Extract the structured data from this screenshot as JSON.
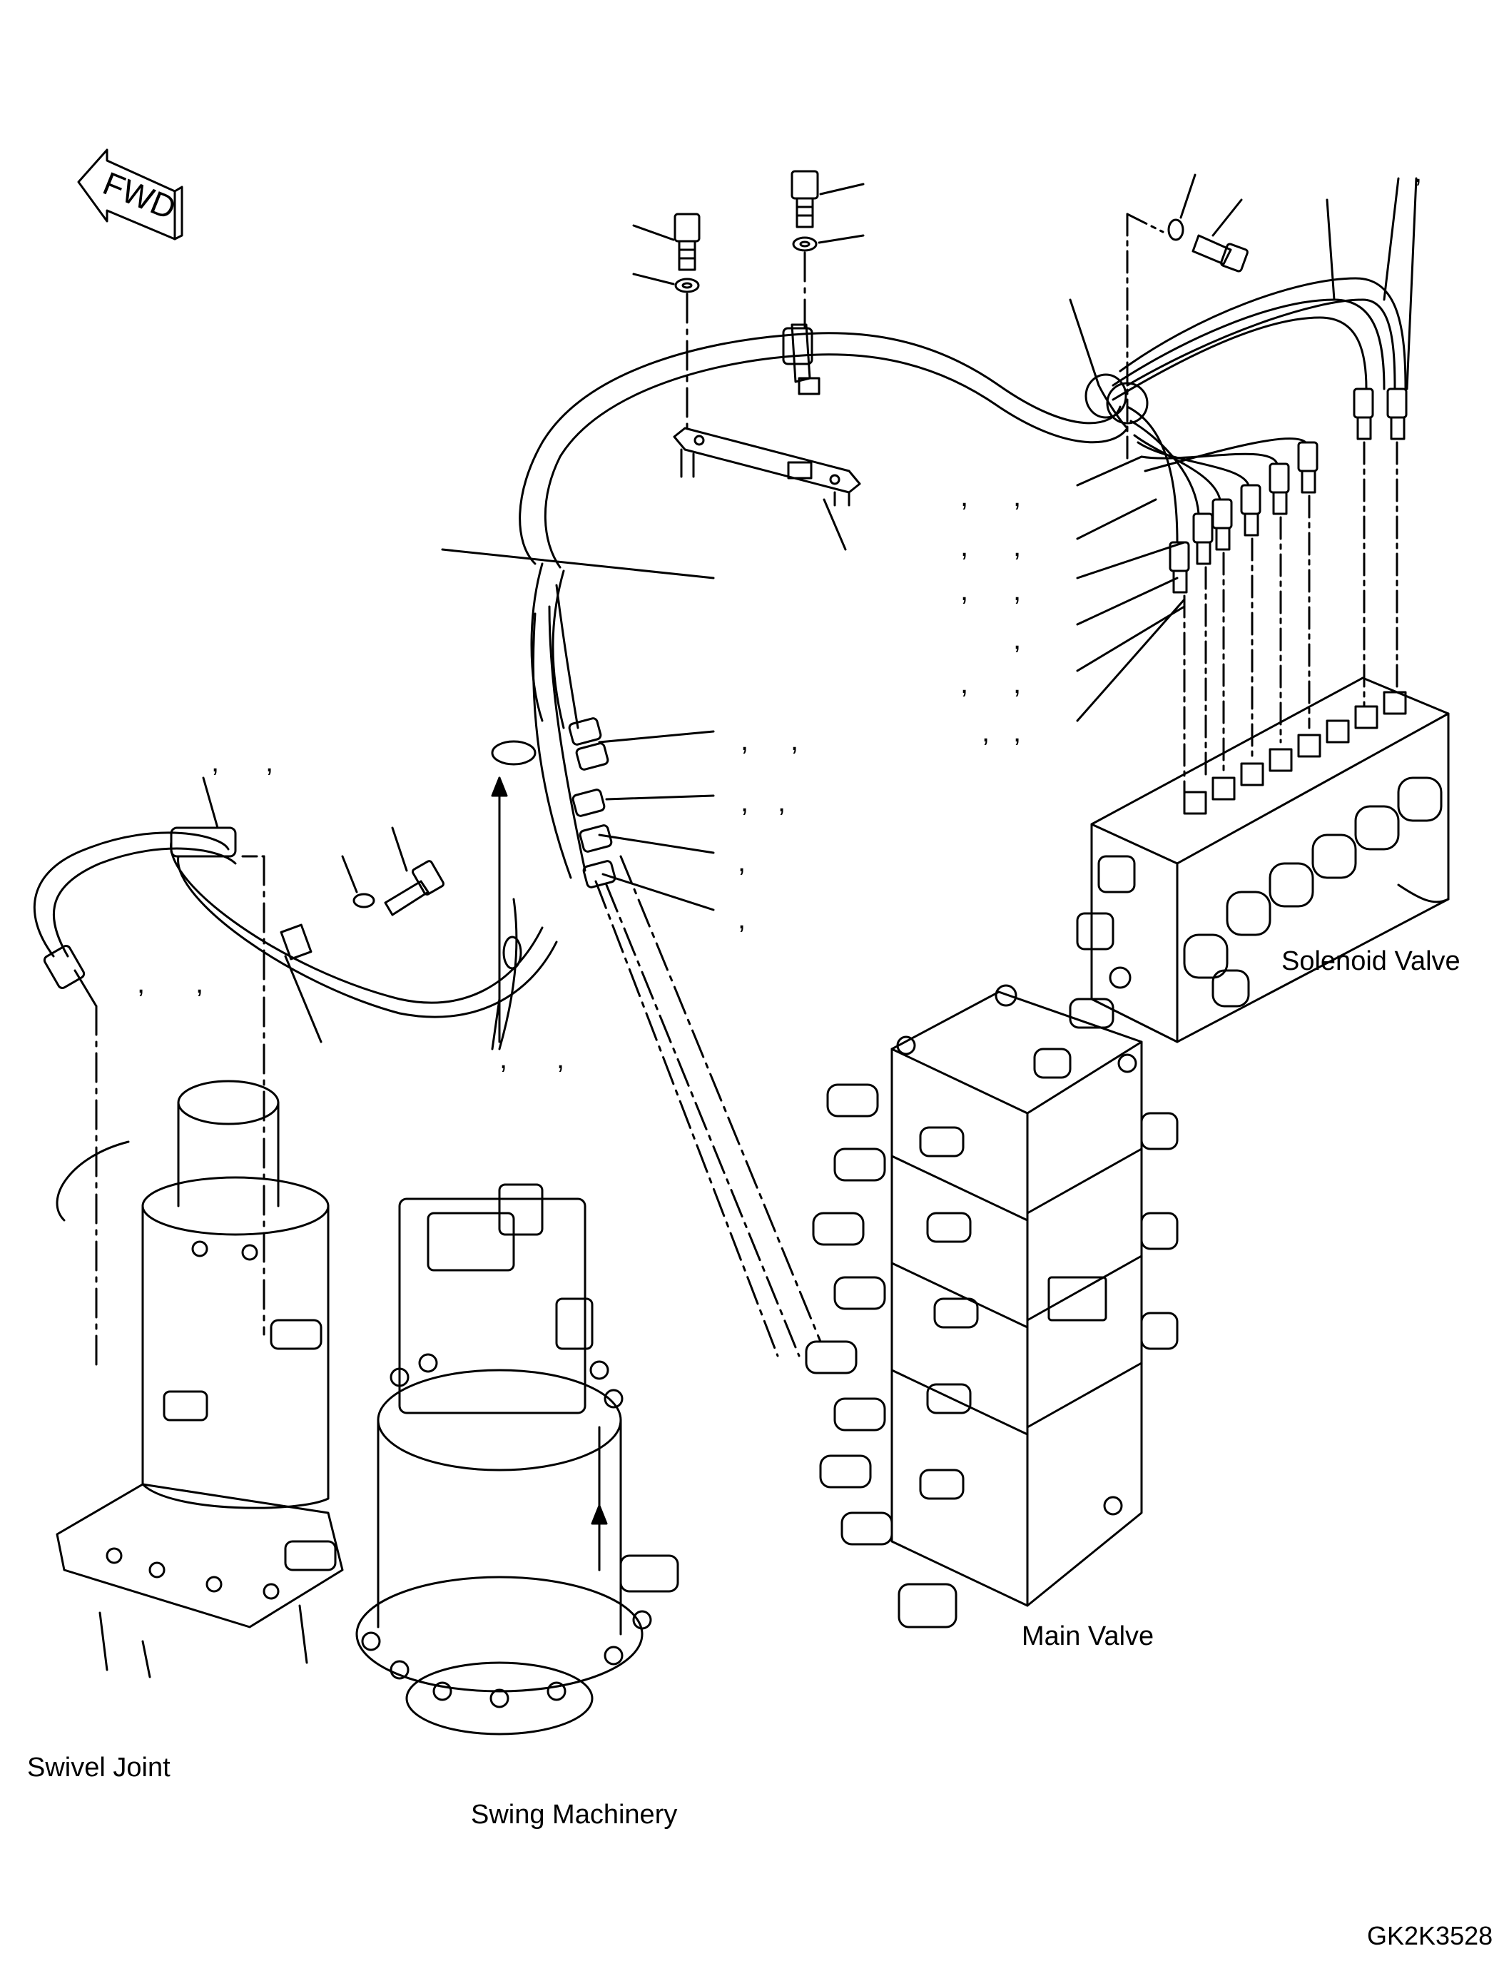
{
  "direction_arrow": {
    "text": "FWD"
  },
  "component_labels": {
    "solenoid_valve": "Solenoid Valve",
    "main_valve": "Main Valve",
    "swivel_joint": "Swivel Joint",
    "swing_machinery": "Swing Machinery"
  },
  "drawing_code": "GK2K3528",
  "callout_separator": ","
}
